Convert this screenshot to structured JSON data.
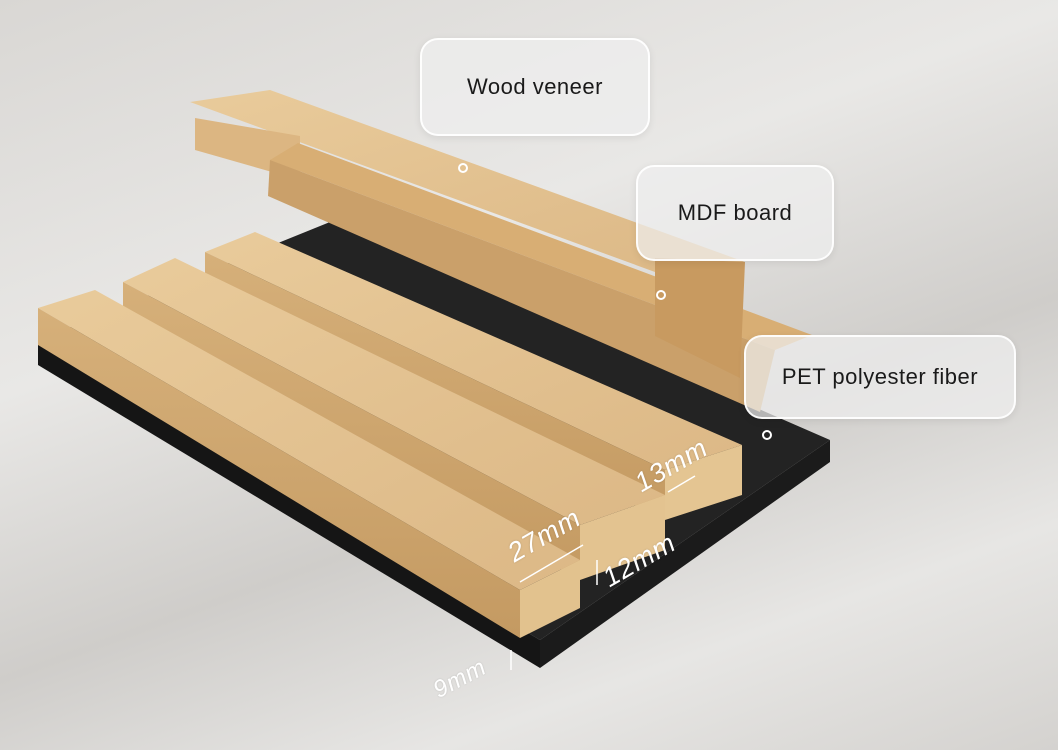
{
  "diagram": {
    "subject": "Wood slat acoustic panel exploded view",
    "labels": {
      "wood_veneer": "Wood veneer",
      "mdf_board": "MDF board",
      "pet_fiber": "PET polyester fiber"
    },
    "dimensions": {
      "slat_width": "27mm",
      "gap_width": "13mm",
      "slat_height": "12mm",
      "felt_thickness": "9mm"
    },
    "colors": {
      "wood": "#e2c08e",
      "wood_dark": "#c99d62",
      "felt": "#1e1e1e",
      "callout_border": "#ffffff",
      "dimension_text": "#ffffff"
    }
  }
}
